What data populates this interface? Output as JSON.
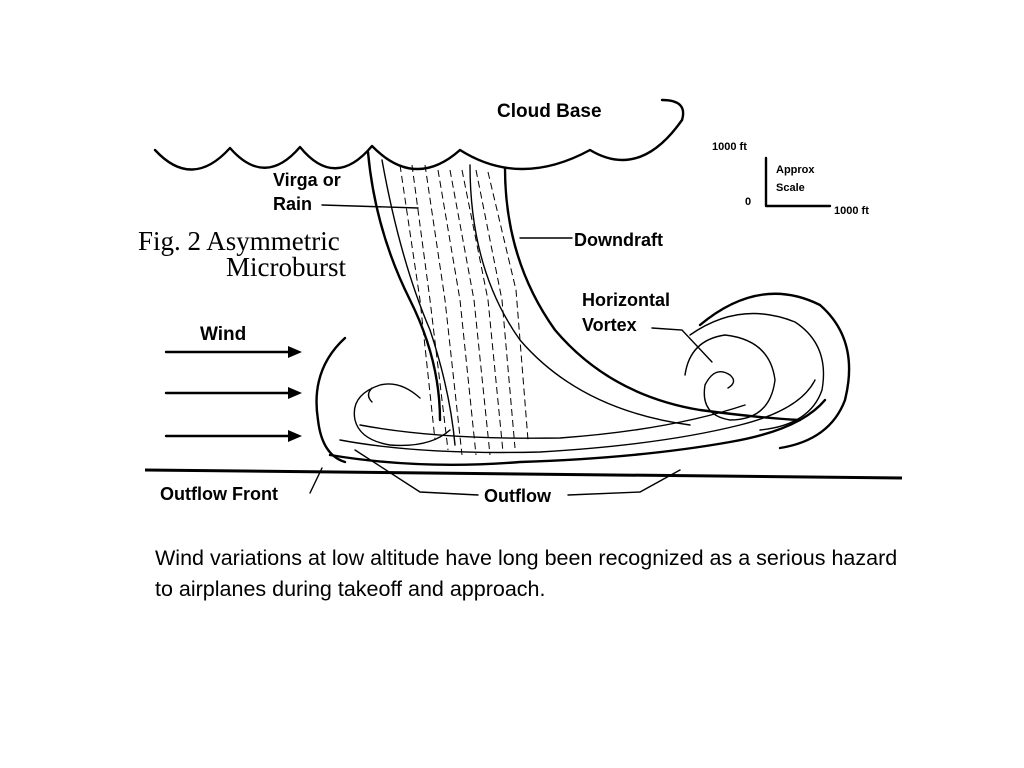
{
  "figure": {
    "title_line1": "Fig. 2 Asymmetric",
    "title_line2": "Microburst",
    "labels": {
      "cloud_base": "Cloud Base",
      "virga_line1": "Virga or",
      "virga_line2": "Rain",
      "downdraft": "Downdraft",
      "vortex_line1": "Horizontal",
      "vortex_line2": "Vortex",
      "wind": "Wind",
      "outflow_front": "Outflow Front",
      "outflow": "Outflow"
    },
    "scale": {
      "top": "1000 ft",
      "zero": "0",
      "right": "1000 ft",
      "approx_line1": "Approx",
      "approx_line2": "Scale"
    }
  },
  "caption": "Wind variations at low altitude have long been recognized as a serious hazard to airplanes during takeoff and approach."
}
